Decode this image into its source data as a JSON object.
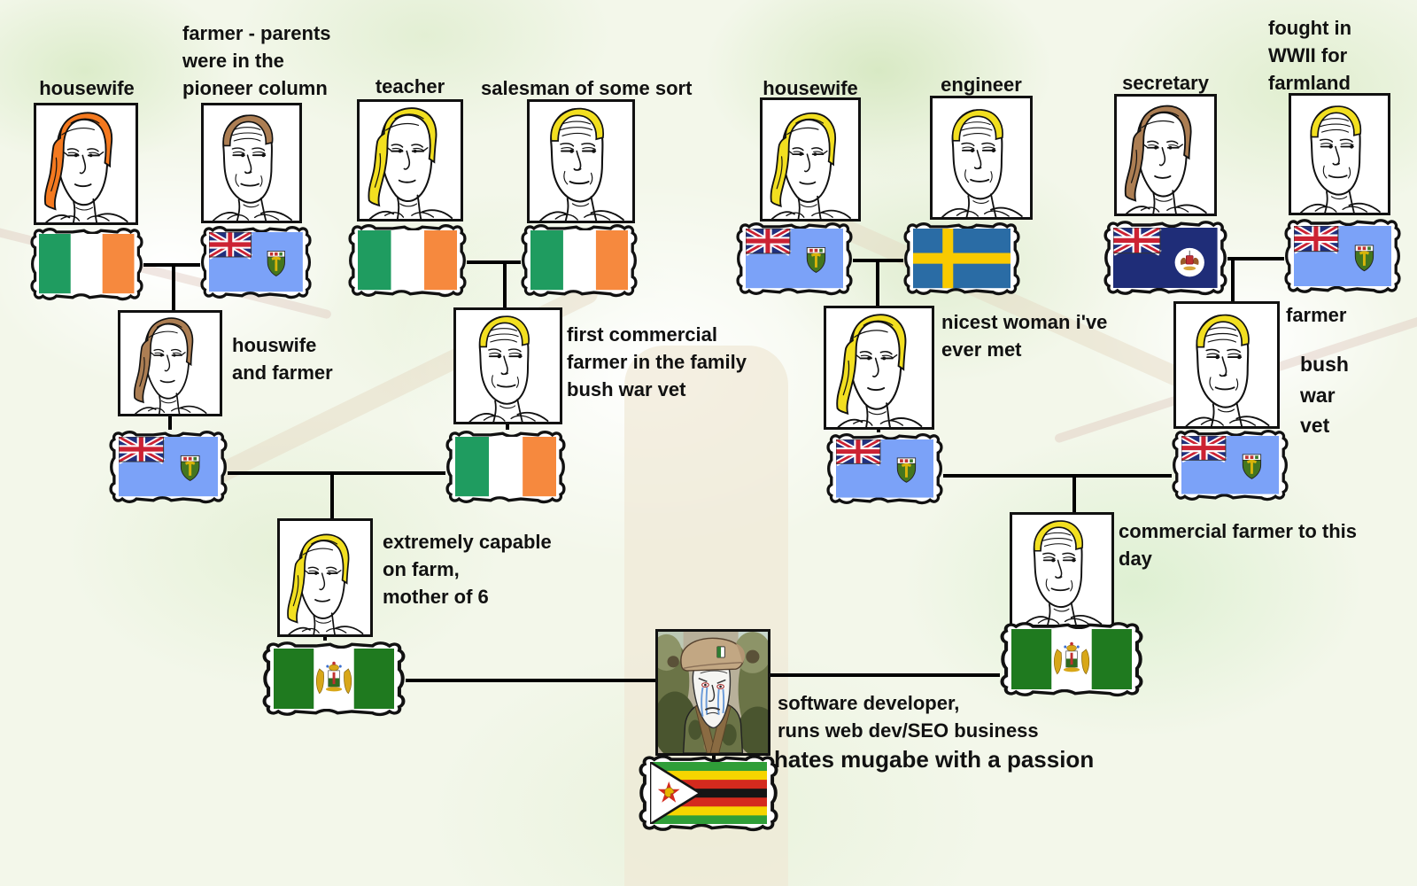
{
  "ink": "#111111",
  "line_color": "#000000",
  "hair_colors": {
    "orange": "#F4791F",
    "brown": "#AC7E53",
    "blonde": "#F2DF20",
    "none": ""
  },
  "people": [
    {
      "id": "great-grandmother-1",
      "label": "housewife",
      "portrait": "female",
      "hair": "orange",
      "flag": "ireland"
    },
    {
      "id": "great-grandfather-1",
      "label": "farmer - parents\nwere in the\npioneer column",
      "portrait": "male",
      "hair": "brown",
      "flag": "rhodesia"
    },
    {
      "id": "great-grandmother-2",
      "label": "teacher",
      "portrait": "female",
      "hair": "blonde",
      "flag": "ireland"
    },
    {
      "id": "great-grandfather-2",
      "label": "salesman of some sort",
      "portrait": "male",
      "hair": "blonde",
      "flag": "ireland"
    },
    {
      "id": "great-grandmother-3",
      "label": "housewife",
      "portrait": "female",
      "hair": "blonde",
      "flag": "rhodesia"
    },
    {
      "id": "great-grandfather-3",
      "label": "engineer",
      "portrait": "male",
      "hair": "blonde",
      "flag": "sweden"
    },
    {
      "id": "great-grandmother-4",
      "label": "secretary",
      "portrait": "female",
      "hair": "brown",
      "flag": "navy_ensign"
    },
    {
      "id": "great-grandfather-4",
      "label": "fought in\nWWII for\nfarmland",
      "portrait": "male",
      "hair": "blonde",
      "flag": "rhodesia"
    },
    {
      "id": "grandmother-1",
      "label": "houswife\nand farmer",
      "portrait": "female",
      "hair": "brown",
      "flag": "rhodesia"
    },
    {
      "id": "grandfather-1",
      "label": "first commercial\nfarmer in the family\nbush war vet",
      "portrait": "male",
      "hair": "blonde",
      "flag": "ireland"
    },
    {
      "id": "grandmother-2",
      "label": "nicest woman i've\never met",
      "portrait": "female",
      "hair": "blonde",
      "flag": "rhodesia"
    },
    {
      "id": "grandfather-2",
      "label": "farmer",
      "label2": "bush\nwar\nvet",
      "portrait": "male",
      "hair": "blonde",
      "flag": "rhodesia"
    },
    {
      "id": "mother",
      "label": "extremely capable\non farm,\nmother of 6",
      "portrait": "female",
      "hair": "blonde",
      "flag": "rhodesia_green"
    },
    {
      "id": "father",
      "label": "commercial farmer to this\nday",
      "portrait": "male",
      "hair": "blonde",
      "flag": "rhodesia_green"
    },
    {
      "id": "self",
      "label": "software developer,\nruns web dev/SEO business",
      "label2": "hates mugabe with a passion",
      "portrait": "soldier",
      "hair": "none",
      "flag": "zimbabwe"
    }
  ],
  "flags": {
    "ireland": {
      "name": "Ireland tricolour",
      "green": "#1F9C60",
      "white": "#FFFFFF",
      "orange": "#F6893E"
    },
    "rhodesia": {
      "name": "Rhodesia sky-blue ensign",
      "field": "#7BA2F8",
      "jack_navy": "#20307E",
      "jack_red": "#CC2233",
      "shield_green": "#44761F",
      "chief_white": "#FFFFFF",
      "chief_red": "#C03030",
      "pick_gold": "#D8B40A"
    },
    "sweden": {
      "name": "Sweden",
      "blue": "#2A6CA5",
      "yellow": "#F9CA00"
    },
    "navy_ensign": {
      "name": "British colonial navy ensign",
      "field": "#1F2D78",
      "jack_navy": "#20307E",
      "jack_red": "#CC2233",
      "disc": "#FFFFFF",
      "crest_brown": "#9A5B28",
      "crest_red": "#C03030",
      "crest_gold": "#D8A53A"
    },
    "rhodesia_green": {
      "name": "Rhodesia green-white-green",
      "green": "#1F7A1F",
      "white": "#FFFFFF",
      "arms_gold": "#D8A718",
      "arms_green": "#2F6B1F",
      "arms_red": "#C03030"
    },
    "zimbabwe": {
      "name": "Zimbabwe",
      "green": "#2F9E38",
      "yellow": "#F6D500",
      "red": "#D42A1E",
      "black": "#151515",
      "white": "#FFFFFF",
      "bird_gold": "#E8B400"
    }
  },
  "soldier": {
    "beret": "#C2A783",
    "beret_shadow": "#8A7058",
    "camo_dark": "#4A552F",
    "camo_mid": "#6B7447",
    "camo_light": "#8D9468",
    "strap": "#8A6B42",
    "tear_blue": "#6B9BD8",
    "eye_red": "#AA3333",
    "badge_green": "#2E7D32"
  }
}
